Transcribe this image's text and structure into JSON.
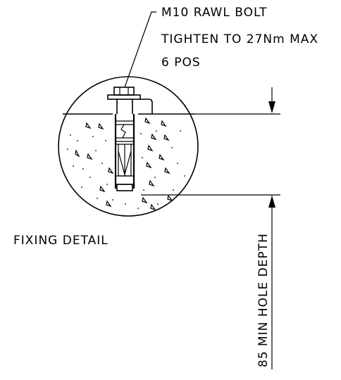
{
  "drawing": {
    "callout_line1": "M10 RAWL BOLT",
    "callout_line2": "TIGHTEN TO 27Nm MAX",
    "callout_line3": "6 POS",
    "detail_title": "FIXING DETAIL",
    "dimension_label": "85 MIN HOLE DEPTH"
  },
  "colors": {
    "ink": "#000000",
    "background": "#ffffff"
  }
}
